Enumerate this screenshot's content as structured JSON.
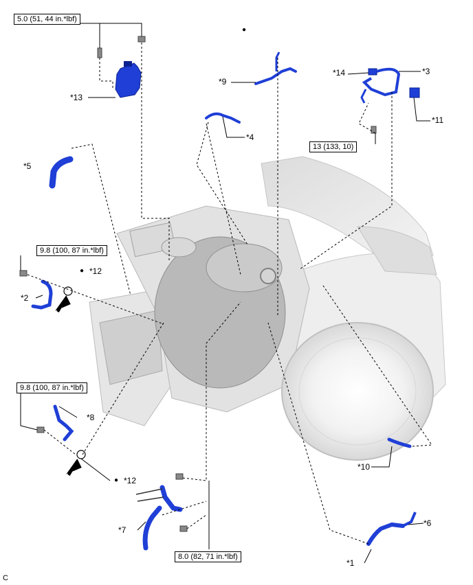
{
  "torque_specs": {
    "t1": "5.0 (51, 44 in.*lbf)",
    "t2": "13 (133, 10)",
    "t3": "9.8 (100, 87 in.*lbf)",
    "t4": "9.8 (100, 87 in.*lbf)",
    "t5": "8.0 (82, 71 in.*lbf)"
  },
  "callouts": {
    "c1": "*1",
    "c2": "*2",
    "c3": "*3",
    "c4": "*4",
    "c5": "*5",
    "c6": "*6",
    "c7": "*7",
    "c8": "*8",
    "c9": "*9",
    "c10": "*10",
    "c11": "*11",
    "c12a": "*12",
    "c12b": "*12",
    "c13": "*13",
    "c14": "*14"
  },
  "bullet_symbol": "●",
  "corner_label": "C",
  "colors": {
    "part_blue": "#1f3fd6",
    "part_dark": "#0b2290",
    "vehicle_gray": "#b4b4b4",
    "leader": "#000000"
  }
}
